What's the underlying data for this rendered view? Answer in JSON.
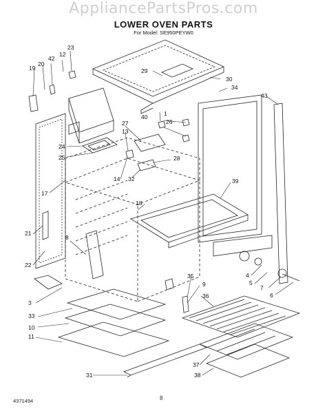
{
  "watermark": "AppliancePartsPros.com",
  "title": "LOWER OVEN PARTS",
  "subtitle": "For Model: SE950PEYW0",
  "footer_code": "4371494",
  "page_number": "8",
  "callouts": [
    "1",
    "3",
    "4",
    "5",
    "6",
    "7",
    "8",
    "9",
    "10",
    "11",
    "12",
    "13",
    "14",
    "17",
    "18",
    "19",
    "20",
    "21",
    "22",
    "23",
    "24",
    "25",
    "26",
    "27",
    "28",
    "29",
    "30",
    "31",
    "32",
    "33",
    "34",
    "35",
    "36",
    "37",
    "38",
    "39",
    "40",
    "42",
    "43"
  ]
}
